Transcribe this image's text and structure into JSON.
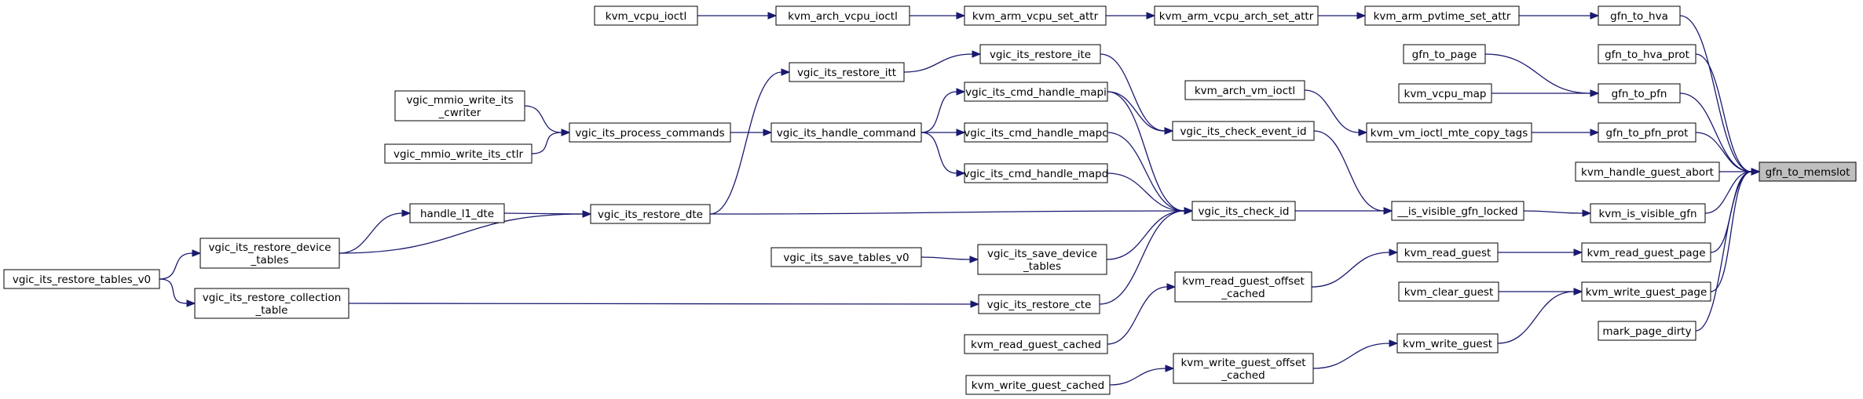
{
  "graph": {
    "title": "",
    "nodes": [
      {
        "id": "gfn_to_memslot",
        "label": "gfn_to_memslot",
        "focus": true
      },
      {
        "id": "kvm_vcpu_ioctl",
        "label": "kvm_vcpu_ioctl"
      },
      {
        "id": "kvm_arch_vcpu_ioctl",
        "label": "kvm_arch_vcpu_ioctl"
      },
      {
        "id": "kvm_arm_vcpu_set_attr",
        "label": "kvm_arm_vcpu_set_attr"
      },
      {
        "id": "kvm_arm_vcpu_arch_set_attr",
        "label": "kvm_arm_vcpu_arch_set_attr"
      },
      {
        "id": "kvm_arm_pvtime_set_attr",
        "label": "kvm_arm_pvtime_set_attr"
      },
      {
        "id": "gfn_to_hva",
        "label": "gfn_to_hva"
      },
      {
        "id": "gfn_to_page",
        "label": "gfn_to_page"
      },
      {
        "id": "kvm_vcpu_map",
        "label": "kvm_vcpu_map"
      },
      {
        "id": "gfn_to_hva_prot",
        "label": "gfn_to_hva_prot"
      },
      {
        "id": "gfn_to_pfn",
        "label": "gfn_to_pfn"
      },
      {
        "id": "kvm_arch_vm_ioctl",
        "label": "kvm_arch_vm_ioctl"
      },
      {
        "id": "kvm_vm_ioctl_mte_copy_tags",
        "label": "kvm_vm_ioctl_mte_copy_tags"
      },
      {
        "id": "gfn_to_pfn_prot",
        "label": "gfn_to_pfn_prot"
      },
      {
        "id": "kvm_handle_guest_abort",
        "label": "kvm_handle_guest_abort"
      },
      {
        "id": "is_visible_gfn_locked",
        "label": "__is_visible_gfn_locked"
      },
      {
        "id": "kvm_is_visible_gfn",
        "label": "kvm_is_visible_gfn"
      },
      {
        "id": "kvm_read_guest",
        "label": "kvm_read_guest"
      },
      {
        "id": "kvm_read_guest_page",
        "label": "kvm_read_guest_page"
      },
      {
        "id": "kvm_clear_guest",
        "label": "kvm_clear_guest"
      },
      {
        "id": "kvm_write_guest_page",
        "label": "kvm_write_guest_page"
      },
      {
        "id": "kvm_write_guest",
        "label": "kvm_write_guest"
      },
      {
        "id": "mark_page_dirty",
        "label": "mark_page_dirty"
      },
      {
        "id": "vgic_its_restore_ite",
        "label": "vgic_its_restore_ite"
      },
      {
        "id": "vgic_its_restore_itt",
        "label": "vgic_its_restore_itt"
      },
      {
        "id": "vgic_its_cmd_handle_mapi",
        "label": "vgic_its_cmd_handle_mapi"
      },
      {
        "id": "vgic_its_check_event_id",
        "label": "vgic_its_check_event_id"
      },
      {
        "id": "vgic_its_cmd_handle_mapc",
        "label": "vgic_its_cmd_handle_mapc"
      },
      {
        "id": "vgic_its_cmd_handle_mapd",
        "label": "vgic_its_cmd_handle_mapd"
      },
      {
        "id": "vgic_its_check_id",
        "label": "vgic_its_check_id"
      },
      {
        "id": "vgic_its_handle_command",
        "label": "vgic_its_handle_command"
      },
      {
        "id": "vgic_its_process_commands",
        "label": "vgic_its_process_commands"
      },
      {
        "id": "vgic_mmio_write_its_cwriter",
        "label": "vgic_mmio_write_its\n_cwriter"
      },
      {
        "id": "vgic_mmio_write_its_ctlr",
        "label": "vgic_mmio_write_its_ctlr"
      },
      {
        "id": "vgic_its_restore_dte",
        "label": "vgic_its_restore_dte"
      },
      {
        "id": "handle_l1_dte",
        "label": "handle_l1_dte"
      },
      {
        "id": "vgic_its_restore_device_tables",
        "label": "vgic_its_restore_device\n_tables"
      },
      {
        "id": "vgic_its_restore_tables_v0",
        "label": "vgic_its_restore_tables_v0"
      },
      {
        "id": "vgic_its_save_tables_v0",
        "label": "vgic_its_save_tables_v0"
      },
      {
        "id": "vgic_its_save_device_tables",
        "label": "vgic_its_save_device\n_tables"
      },
      {
        "id": "vgic_its_restore_collection_table",
        "label": "vgic_its_restore_collection\n_table"
      },
      {
        "id": "vgic_its_restore_cte",
        "label": "vgic_its_restore_cte"
      },
      {
        "id": "kvm_read_guest_offset_cached",
        "label": "kvm_read_guest_offset\n_cached"
      },
      {
        "id": "kvm_read_guest_cached",
        "label": "kvm_read_guest_cached"
      },
      {
        "id": "kvm_write_guest_offset_cached",
        "label": "kvm_write_guest_offset\n_cached"
      },
      {
        "id": "kvm_write_guest_cached",
        "label": "kvm_write_guest_cached"
      }
    ],
    "edges": [
      [
        "kvm_vcpu_ioctl",
        "kvm_arch_vcpu_ioctl"
      ],
      [
        "kvm_arch_vcpu_ioctl",
        "kvm_arm_vcpu_set_attr"
      ],
      [
        "kvm_arm_vcpu_set_attr",
        "kvm_arm_vcpu_arch_set_attr"
      ],
      [
        "kvm_arm_vcpu_arch_set_attr",
        "kvm_arm_pvtime_set_attr"
      ],
      [
        "kvm_arm_pvtime_set_attr",
        "gfn_to_hva"
      ],
      [
        "gfn_to_hva",
        "gfn_to_memslot"
      ],
      [
        "gfn_to_page",
        "gfn_to_pfn"
      ],
      [
        "kvm_vcpu_map",
        "gfn_to_pfn"
      ],
      [
        "gfn_to_hva_prot",
        "gfn_to_memslot"
      ],
      [
        "gfn_to_pfn",
        "gfn_to_memslot"
      ],
      [
        "kvm_arch_vm_ioctl",
        "kvm_vm_ioctl_mte_copy_tags"
      ],
      [
        "kvm_vm_ioctl_mte_copy_tags",
        "gfn_to_pfn_prot"
      ],
      [
        "gfn_to_pfn_prot",
        "gfn_to_memslot"
      ],
      [
        "kvm_handle_guest_abort",
        "gfn_to_memslot"
      ],
      [
        "kvm_is_visible_gfn",
        "gfn_to_memslot"
      ],
      [
        "kvm_read_guest_page",
        "gfn_to_memslot"
      ],
      [
        "kvm_write_guest_page",
        "gfn_to_memslot"
      ],
      [
        "mark_page_dirty",
        "gfn_to_memslot"
      ],
      [
        "is_visible_gfn_locked",
        "kvm_is_visible_gfn"
      ],
      [
        "kvm_read_guest",
        "kvm_read_guest_page"
      ],
      [
        "kvm_clear_guest",
        "kvm_write_guest_page"
      ],
      [
        "kvm_write_guest",
        "kvm_write_guest_page"
      ],
      [
        "vgic_its_check_event_id",
        "is_visible_gfn_locked"
      ],
      [
        "vgic_its_check_id",
        "is_visible_gfn_locked"
      ],
      [
        "kvm_read_guest_offset_cached",
        "kvm_read_guest"
      ],
      [
        "kvm_write_guest_offset_cached",
        "kvm_write_guest"
      ],
      [
        "vgic_its_restore_ite",
        "vgic_its_check_event_id"
      ],
      [
        "vgic_its_cmd_handle_mapi",
        "vgic_its_check_event_id"
      ],
      [
        "vgic_its_cmd_handle_mapi",
        "vgic_its_check_id"
      ],
      [
        "vgic_its_cmd_handle_mapc",
        "vgic_its_check_id"
      ],
      [
        "vgic_its_cmd_handle_mapd",
        "vgic_its_check_id"
      ],
      [
        "vgic_its_restore_dte",
        "vgic_its_check_id"
      ],
      [
        "vgic_its_save_device_tables",
        "vgic_its_check_id"
      ],
      [
        "vgic_its_restore_cte",
        "vgic_its_check_id"
      ],
      [
        "vgic_its_restore_itt",
        "vgic_its_restore_ite"
      ],
      [
        "vgic_its_handle_command",
        "vgic_its_cmd_handle_mapi"
      ],
      [
        "vgic_its_handle_command",
        "vgic_its_cmd_handle_mapc"
      ],
      [
        "vgic_its_handle_command",
        "vgic_its_cmd_handle_mapd"
      ],
      [
        "vgic_its_process_commands",
        "vgic_its_handle_command"
      ],
      [
        "vgic_mmio_write_its_cwriter",
        "vgic_its_process_commands"
      ],
      [
        "vgic_mmio_write_its_ctlr",
        "vgic_its_process_commands"
      ],
      [
        "vgic_its_restore_dte",
        "vgic_its_restore_itt"
      ],
      [
        "handle_l1_dte",
        "vgic_its_restore_dte"
      ],
      [
        "vgic_its_restore_device_tables",
        "vgic_its_restore_dte"
      ],
      [
        "vgic_its_restore_device_tables",
        "handle_l1_dte"
      ],
      [
        "vgic_its_restore_tables_v0",
        "vgic_its_restore_device_tables"
      ],
      [
        "vgic_its_restore_tables_v0",
        "vgic_its_restore_collection_table"
      ],
      [
        "vgic_its_save_tables_v0",
        "vgic_its_save_device_tables"
      ],
      [
        "vgic_its_restore_collection_table",
        "vgic_its_restore_cte"
      ],
      [
        "kvm_read_guest_cached",
        "kvm_read_guest_offset_cached"
      ],
      [
        "kvm_write_guest_cached",
        "kvm_write_guest_offset_cached"
      ]
    ]
  }
}
